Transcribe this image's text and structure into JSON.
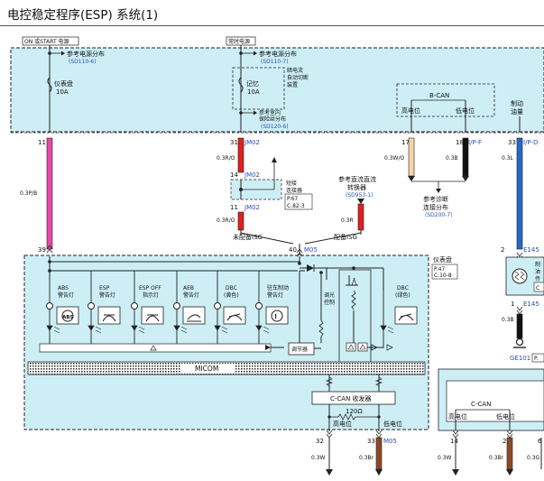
{
  "title": "电控稳定程序(ESP) 系统(1)",
  "supply": {
    "on_start": "ON 或START 电源",
    "constant": "常时电源"
  },
  "ref_power_1": {
    "label": "参考电源分布",
    "code": "(SD110-6)"
  },
  "ref_power_2": {
    "label": "参考电源分布",
    "code": "(SD110-7)"
  },
  "fuse_cluster": {
    "name": "仪表盘",
    "amp": "10A"
  },
  "fuse_memory": {
    "name": "记忆",
    "amp": "10A"
  },
  "auto_cut": [
    "暗电流",
    "自动切断",
    "装置"
  ],
  "ref_fuse": {
    "l1": "参考室内",
    "l2": "保险丝分布",
    "code": "(SD120-6)"
  },
  "bcan": {
    "label": "B-CAN",
    "high": "高电位",
    "low": "低电位"
  },
  "brake_top": {
    "l1": "制动",
    "l2": "油量"
  },
  "pins_top": {
    "p11": "11",
    "p31": "31",
    "p17": "17",
    "p18": "18",
    "p33": "33"
  },
  "conn_top": {
    "jm02": "JM02",
    "ipf1": "I/P-F",
    "ipf2": "I/P-D"
  },
  "wires": {
    "w1": "0.3P/B",
    "w2": "0.3R/O",
    "w3": "0.3R/O",
    "w4": "0.3W/O",
    "w5": "0.3B",
    "w6": "0.3L",
    "w7": "0.3R",
    "w8": "0.3B",
    "w9": "0.3W",
    "w10": "0.3Br",
    "w11": "0.3W",
    "w12": "0.3Br",
    "w13": "0.3G"
  },
  "joint": {
    "pin14": "14",
    "pin11": "11",
    "jm02": "JM02",
    "l1": "短接",
    "l2": "连接器",
    "p1": "P.67",
    "p2": "C.82-3"
  },
  "ref_dcdc": {
    "l1": "参考直流直流",
    "l2": "转换器",
    "code": "(SD953-1)"
  },
  "ref_diag": {
    "l1": "参考诊断",
    "l2": "连接分布",
    "code": "(SD200-7)"
  },
  "isg": {
    "without": "未配备ISG",
    "with": "配备ISG"
  },
  "cluster_pins": {
    "p39": "39",
    "p40": "40",
    "m05a": "M05",
    "p32": "32",
    "p33": "33",
    "m05b": "M05"
  },
  "cluster": {
    "name": "仪表盘",
    "p1": "P.47",
    "p2": "C.10-8"
  },
  "lamps": {
    "abs": [
      "ABS",
      "警告灯"
    ],
    "esp": [
      "ESP",
      "警告灯"
    ],
    "esp_off": [
      "ESP OFF",
      "指示灯"
    ],
    "aeb": [
      "AEB",
      "警告灯"
    ],
    "dbc_yellow": [
      "DBC",
      "(黄色)"
    ],
    "parking": [
      "驻车制动",
      "警告灯"
    ],
    "dbc_green": [
      "DBC",
      "(绿色)"
    ]
  },
  "dimmer": [
    "调光",
    "控制"
  ],
  "regulator": "调节器",
  "micom": "MICOM",
  "ccan": {
    "label": "C-CAN 收发器",
    "res": "120Ω",
    "high": "高电位",
    "low": "低电位"
  },
  "brake_right": {
    "l1": "制",
    "l2": "油",
    "l3": "传",
    "pin2": "2",
    "conn": "E145",
    "pin1": "1",
    "conn2": "E145",
    "c": "C"
  },
  "ground": {
    "code": "GE101",
    "p": "P."
  },
  "right_box": {
    "can": "C-CAN",
    "high": "高电位",
    "low": "低电位",
    "p14": "14",
    "p2": "2",
    "p6": "6"
  }
}
